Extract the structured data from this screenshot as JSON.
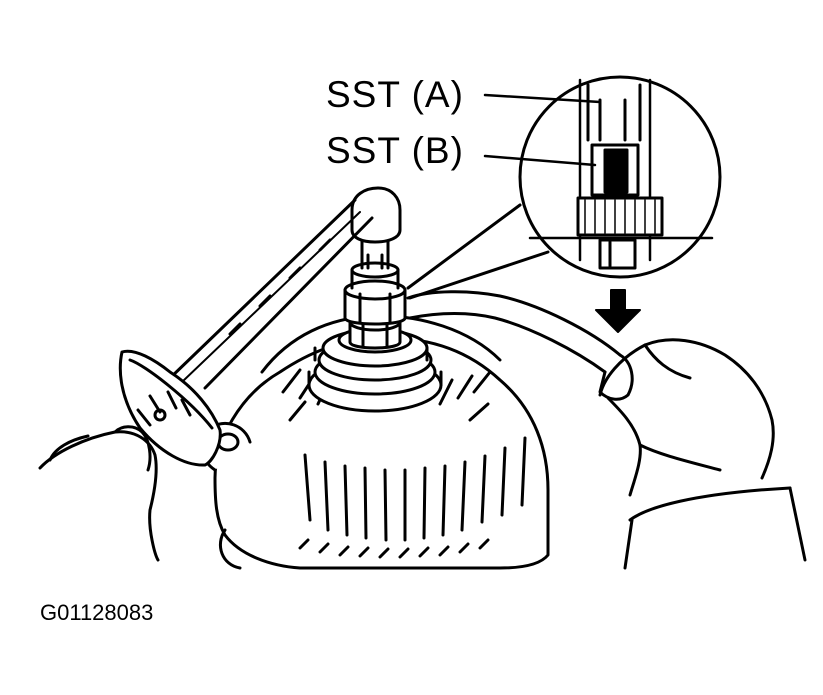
{
  "callouts": {
    "sst_a": "SST (A)",
    "sst_b": "SST (B)"
  },
  "figure_code": "G01128083",
  "colors": {
    "ink": "#000000",
    "paper": "#ffffff"
  },
  "icons": [
    "alternator-illustration",
    "wrench-icon",
    "hand-icon",
    "down-arrow-icon",
    "magnifier-inset-icon"
  ]
}
